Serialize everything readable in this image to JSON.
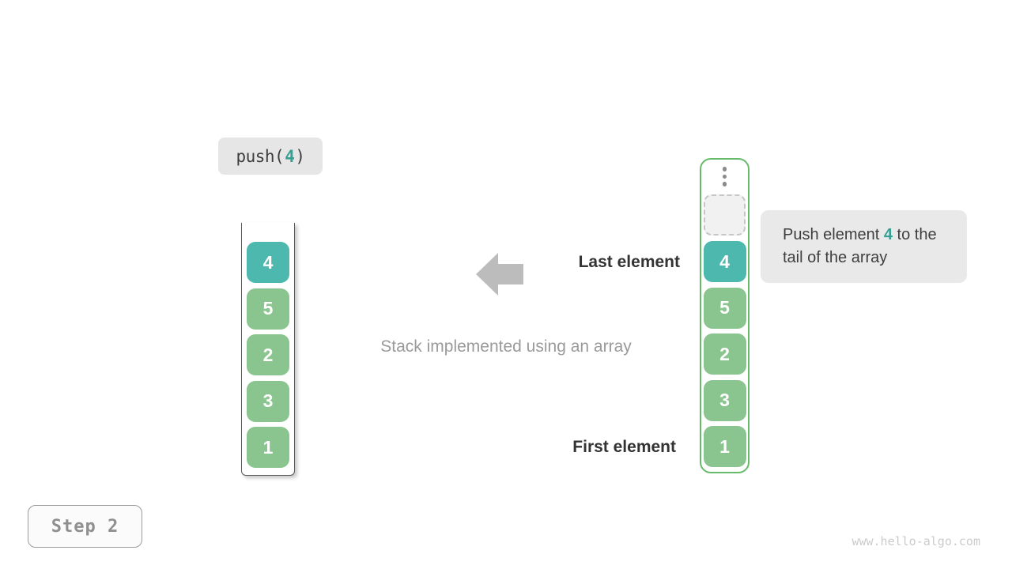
{
  "operation_label": {
    "prefix": "push(",
    "value": "4",
    "suffix": ")"
  },
  "caption": "Stack implemented using an array",
  "annotations": {
    "last_element": "Last element",
    "first_element": "First element"
  },
  "tooltip": {
    "text_before": "Push element ",
    "value": "4",
    "text_after": " to the tail of the array"
  },
  "stack_view": {
    "values": [
      "4",
      "5",
      "2",
      "3",
      "1"
    ],
    "highlight_index": 0
  },
  "array_view": {
    "ellipsis_icon": "vertical-dots-icon",
    "values": [
      "4",
      "5",
      "2",
      "3",
      "1"
    ],
    "highlight_index": 0
  },
  "step_badge": "Step 2",
  "watermark": "www.hello-algo.com",
  "colors": {
    "element_highlight": "#4db8ae",
    "element_normal": "#8ac48e",
    "array_border": "#66bb6a",
    "accent_text": "#35a093",
    "arrow": "#bcbcbc",
    "label_bg": "#e6e6e6",
    "tooltip_bg": "#e9e9e9"
  }
}
